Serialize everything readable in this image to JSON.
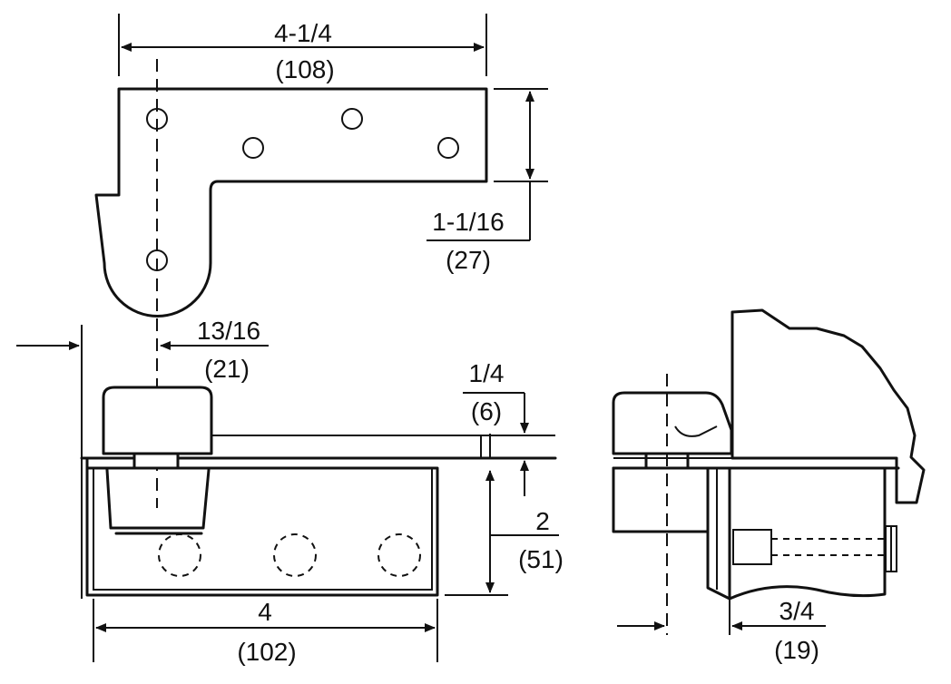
{
  "dimensions": {
    "top_width": {
      "fraction": "4-1/4",
      "metric": "(108)"
    },
    "plate_height": {
      "fraction": "1-1/16",
      "metric": "(27)"
    },
    "pivot_offset": {
      "fraction": "13/16",
      "metric": "(21)"
    },
    "plate_thickness": {
      "fraction": "1/4",
      "metric": "(6)"
    },
    "box_depth": {
      "fraction": "2",
      "metric": "(51)"
    },
    "box_width": {
      "fraction": "4",
      "metric": "(102)"
    },
    "side_offset": {
      "fraction": "3/4",
      "metric": "(19)"
    }
  }
}
